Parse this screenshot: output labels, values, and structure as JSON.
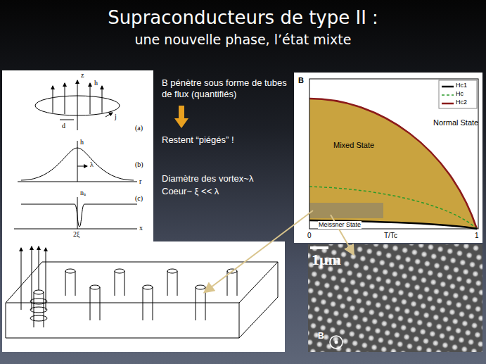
{
  "diagram": {
    "title": "Supraconducteurs de type II :",
    "labels": [
      "une nouvelle phase, l’état mixte",
      "B pénètre sous forme de tubes de flux (quantifiés)",
      "Restent “piégés” !",
      "Diamètre des vortex~λ",
      "Coeur~ ξ << λ",
      "z",
      "h",
      "d",
      "j",
      "(a)",
      "h",
      "λ",
      "r",
      "(b)",
      "nₛ",
      "2ξ",
      "x",
      "(c)",
      "B",
      "0",
      "T/Tc",
      "1",
      "Normal State",
      "Mixed State",
      "Meissner State",
      "1μm",
      "B"
    ],
    "legend": [
      {
        "text": "Hc1"
      },
      {
        "text": "Hc"
      },
      {
        "text": "Hc2"
      }
    ]
  }
}
